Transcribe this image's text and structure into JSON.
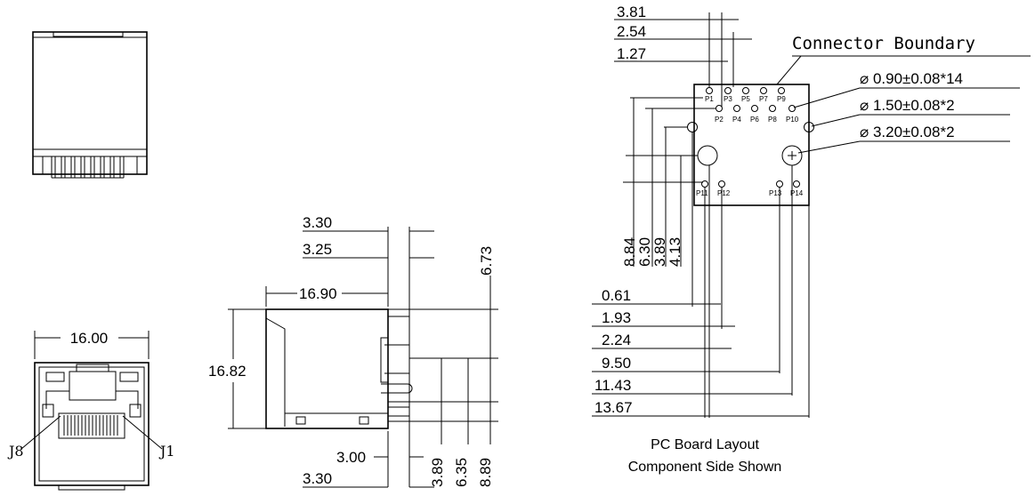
{
  "front_view": {
    "dim_width": "16.00",
    "pin_left": "J8",
    "pin_right": "J1"
  },
  "side_view": {
    "dims": [
      "3.30",
      "3.25",
      "6.73",
      "16.90",
      "16.82",
      "3.00",
      "3.30",
      "3.89",
      "6.35",
      "8.89"
    ]
  },
  "pcb": {
    "boundary_label": "Connector Boundary",
    "top_dims": [
      "3.81",
      "2.54",
      "1.27"
    ],
    "hole_specs": [
      "⌀ 0.90±0.08*14",
      "⌀ 1.50±0.08*2",
      "⌀ 3.20±0.08*2"
    ],
    "vert_dims": [
      "8.84",
      "6.30",
      "3.89",
      "4.13"
    ],
    "horiz_dims": [
      "0.61",
      "1.93",
      "2.24",
      "9.50",
      "11.43",
      "13.67"
    ],
    "pins_top": [
      "P1",
      "P3",
      "P5",
      "P7",
      "P9"
    ],
    "pins_bottom": [
      "P2",
      "P4",
      "P6",
      "P8",
      "P10"
    ],
    "pins_lower": [
      "P11",
      "P12",
      "P13",
      "P14"
    ],
    "caption_line1": "PC Board Layout",
    "caption_line2": "Component Side Shown"
  }
}
